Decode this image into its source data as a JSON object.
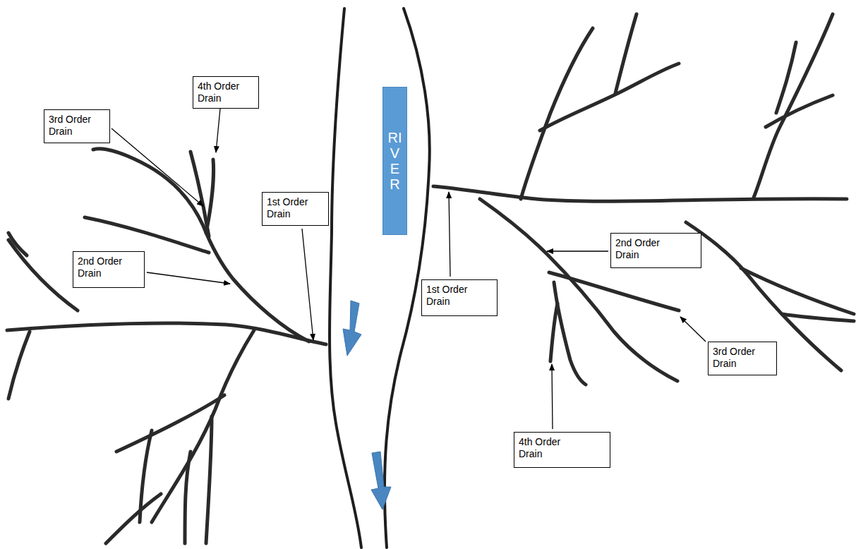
{
  "diagram": {
    "nodes": [
      {
        "text": [
          "4th Order Drain"
        ]
      },
      {
        "text": [
          "3rd Order Drain"
        ]
      },
      {
        "text": [
          "RIVER"
        ]
      },
      {
        "text": [
          "1st Order Drain"
        ]
      },
      {
        "text": [
          "2nd Order Drain"
        ]
      },
      {
        "text": [
          "2nd Order Drain"
        ]
      },
      {
        "text": [
          "1st Order Drain"
        ]
      },
      {
        "text": [
          "3rd Order Drain"
        ]
      },
      {
        "text": [
          "4th Order Drain"
        ]
      }
    ]
  }
}
